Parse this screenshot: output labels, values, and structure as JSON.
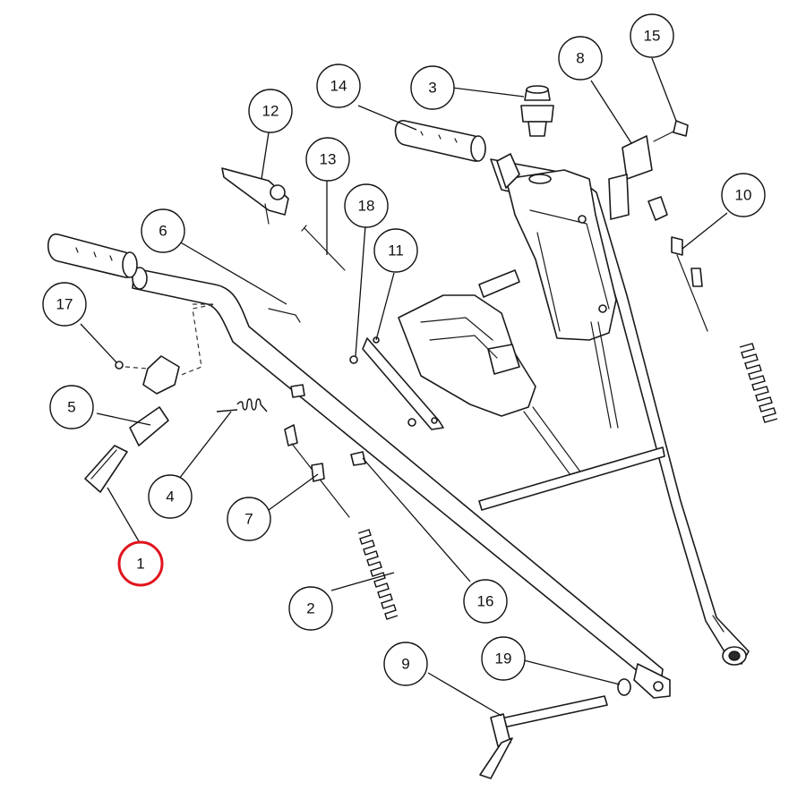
{
  "highlight_color": "#e0141e",
  "callouts": [
    {
      "id": "1",
      "label": "1",
      "highlighted": true
    },
    {
      "id": "2",
      "label": "2"
    },
    {
      "id": "3",
      "label": "3"
    },
    {
      "id": "4",
      "label": "4"
    },
    {
      "id": "5",
      "label": "5"
    },
    {
      "id": "6",
      "label": "6"
    },
    {
      "id": "7",
      "label": "7"
    },
    {
      "id": "8",
      "label": "8"
    },
    {
      "id": "9",
      "label": "9"
    },
    {
      "id": "10",
      "label": "10"
    },
    {
      "id": "11",
      "label": "11"
    },
    {
      "id": "12",
      "label": "12"
    },
    {
      "id": "13",
      "label": "13"
    },
    {
      "id": "14",
      "label": "14"
    },
    {
      "id": "15",
      "label": "15"
    },
    {
      "id": "16",
      "label": "16"
    },
    {
      "id": "17",
      "label": "17"
    },
    {
      "id": "18",
      "label": "18"
    },
    {
      "id": "19",
      "label": "19"
    }
  ]
}
